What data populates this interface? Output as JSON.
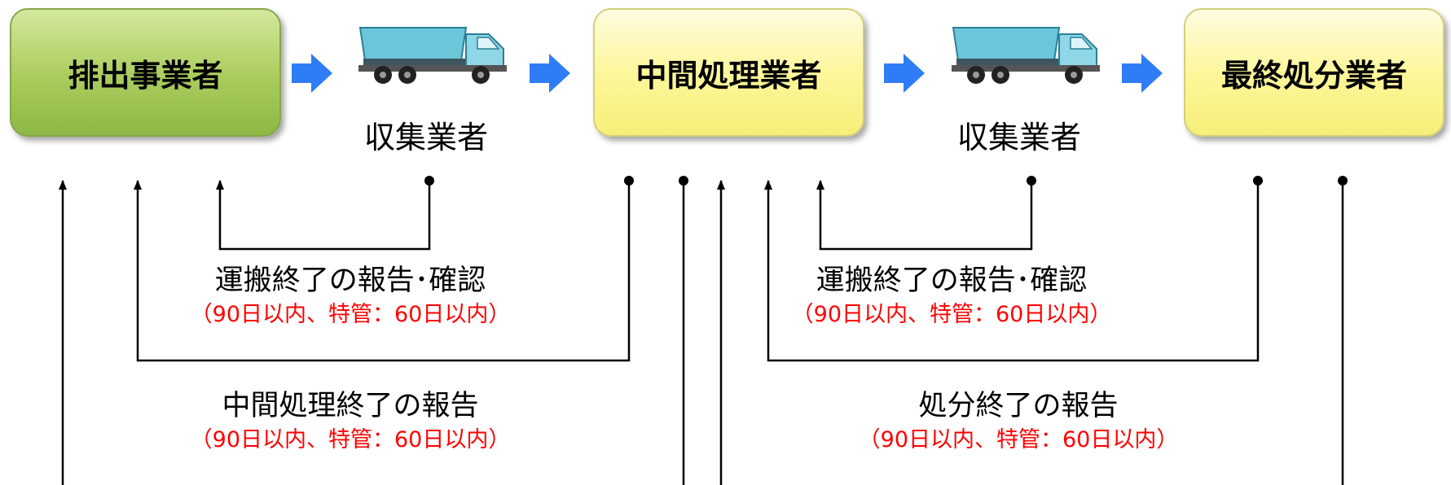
{
  "actors": {
    "emitter": "排出事業者",
    "intermediate": "中間処理業者",
    "final": "最終処分業者",
    "collector_1": "収集業者",
    "collector_2": "収集業者"
  },
  "reports": {
    "transport_1": {
      "label": "運搬終了の報告･確認",
      "deadline": "（90日以内、特管：60日以内）"
    },
    "transport_2": {
      "label": "運搬終了の報告･確認",
      "deadline": "（90日以内、特管：60日以内）"
    },
    "intermediate_done": {
      "label": "中間処理終了の報告",
      "deadline": "（90日以内、特管：60日以内）"
    },
    "disposal_done": {
      "label": "処分終了の報告",
      "deadline": "（90日以内、特管：60日以内）"
    }
  },
  "colors": {
    "green_box": "#a9cc5c",
    "yellow_box": "#fdf79c",
    "arrow": "#2f7df6",
    "deadline_text": "#ff0000",
    "line": "#000000"
  },
  "icons": [
    "flow-arrow-icon",
    "dump-truck-icon"
  ]
}
